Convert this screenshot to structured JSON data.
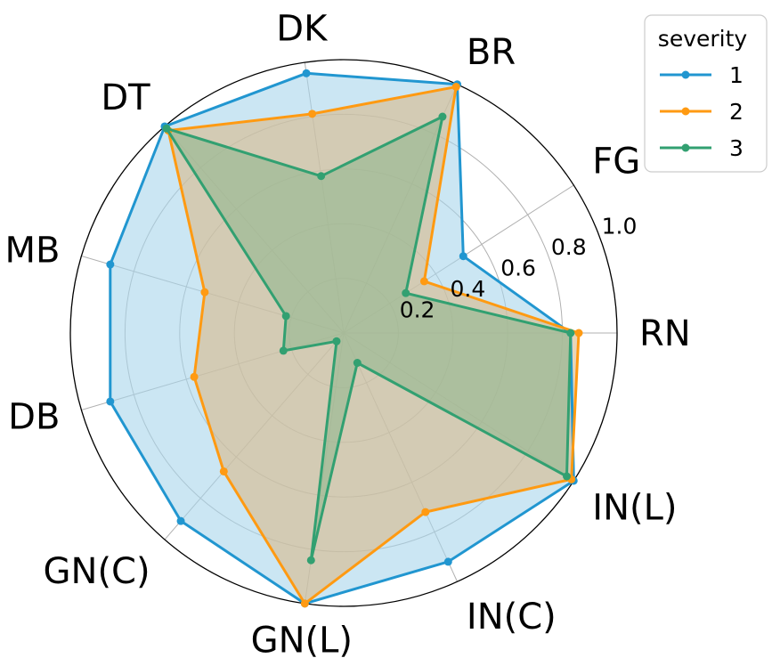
{
  "chart_data": {
    "type": "radar",
    "categories": [
      "RN",
      "FG",
      "BR",
      "DK",
      "DT",
      "MB",
      "DB",
      "GN(C)",
      "GN(L)",
      "IN(C)",
      "IN(L)"
    ],
    "radial_ticks": [
      "0.2",
      "0.4",
      "0.6",
      "0.8",
      "1.0"
    ],
    "radial_tick_values": [
      0.2,
      0.4,
      0.6,
      0.8,
      1.0
    ],
    "rlim": [
      0,
      1.0
    ],
    "grid": true,
    "legend": {
      "title": "severity",
      "placement": "top-right"
    },
    "series": [
      {
        "name": "1",
        "color": "#2196d0",
        "fill": "#a8d6eb",
        "values": [
          0.83,
          0.52,
          1.0,
          0.96,
          1.0,
          0.89,
          0.89,
          0.91,
          1.0,
          0.92,
          1.0
        ]
      },
      {
        "name": "2",
        "color": "#ff9a12",
        "fill": "#d9b98a",
        "values": [
          0.86,
          0.35,
          0.99,
          0.81,
          0.98,
          0.53,
          0.57,
          0.67,
          1.0,
          0.72,
          0.99
        ]
      },
      {
        "name": "3",
        "color": "#32a071",
        "fill": "#92b88f",
        "values": [
          0.83,
          0.27,
          0.87,
          0.58,
          0.99,
          0.22,
          0.23,
          0.04,
          0.84,
          0.12,
          0.97
        ]
      }
    ]
  }
}
